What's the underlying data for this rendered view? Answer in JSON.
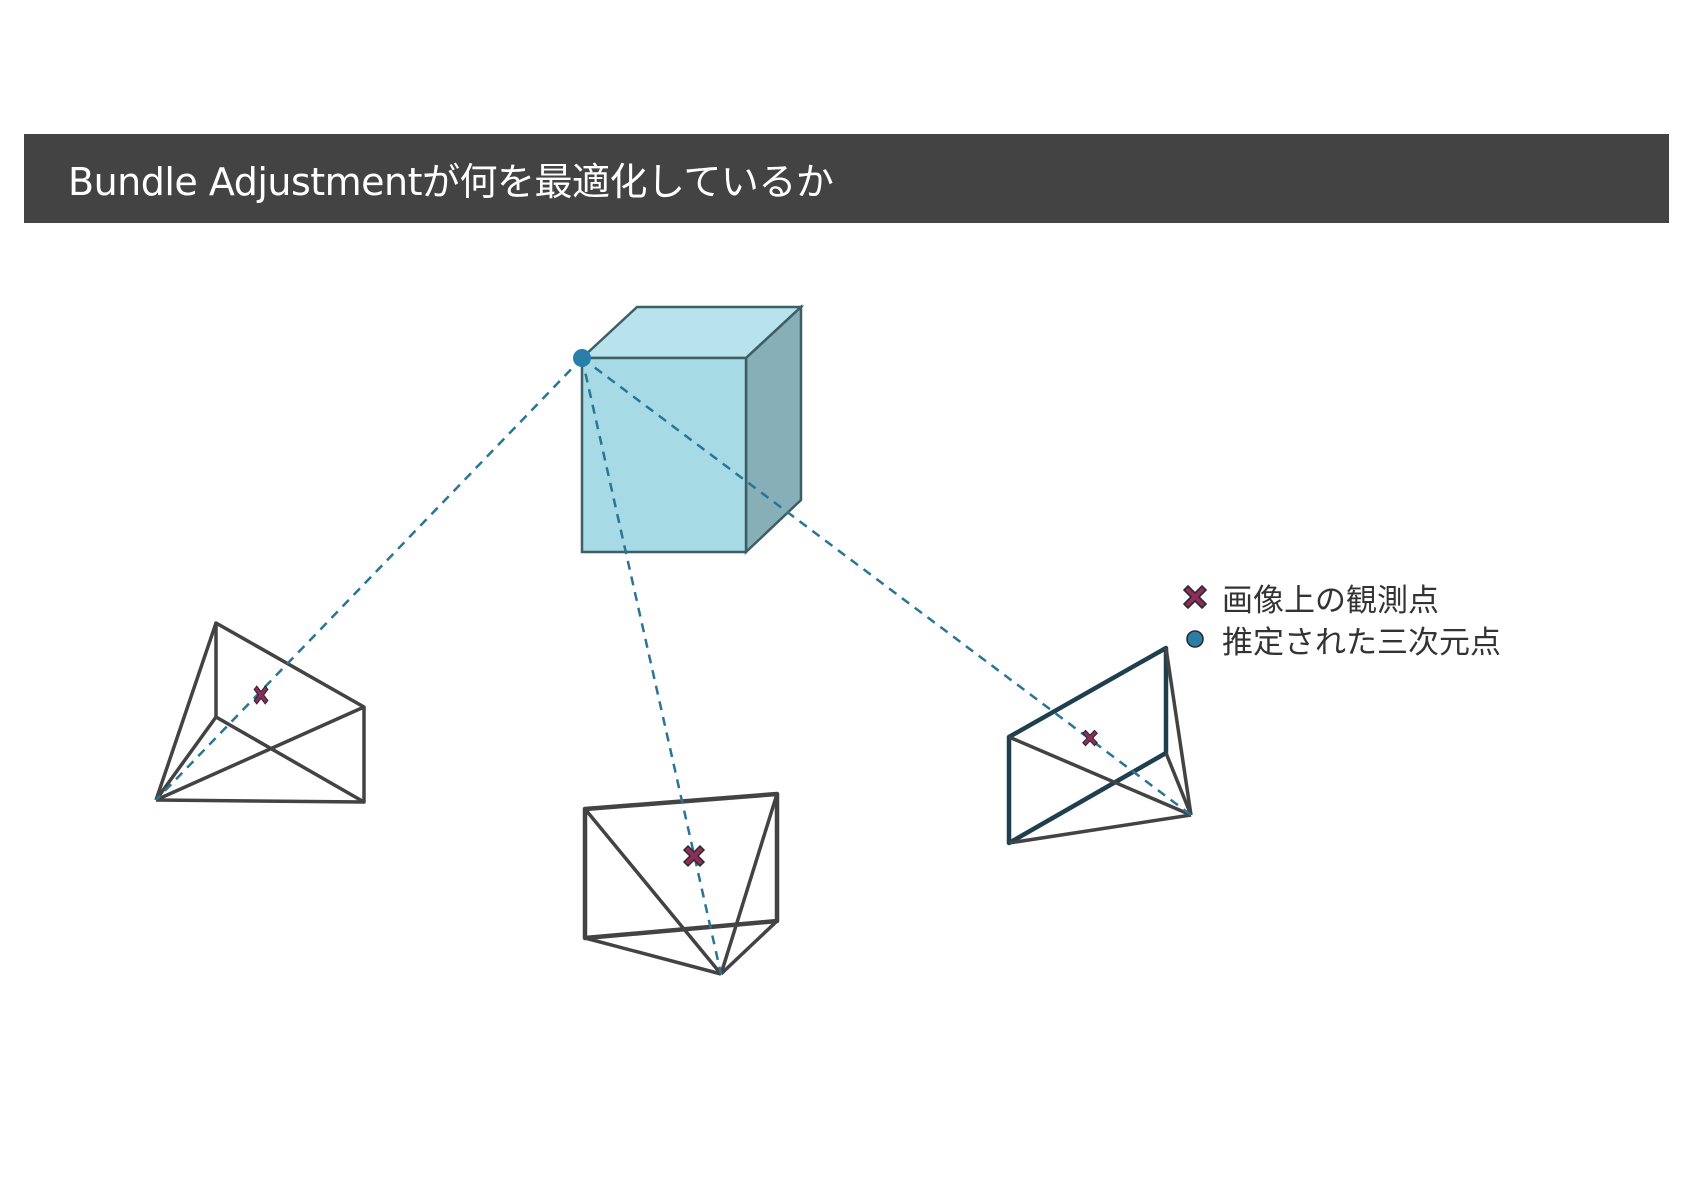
{
  "title": "Bundle Adjustmentが何を最適化しているか",
  "legend": {
    "observed_label": "画像上の観測点",
    "estimated_label": "推定された三次元点"
  },
  "colors": {
    "title_bar": "#434343",
    "cube_front": "#a6dbe6",
    "cube_top": "#b9e3ec",
    "cube_side": "#86afb8",
    "ray": "#2a7496",
    "point": "#2a7fa8",
    "observation_mark": "#8e2d5c",
    "camera_stroke": "#434343",
    "camera_stroke_dark": "#1f3f4f"
  },
  "icons": {
    "observed": "x-mark-icon",
    "estimated": "dot-icon"
  }
}
